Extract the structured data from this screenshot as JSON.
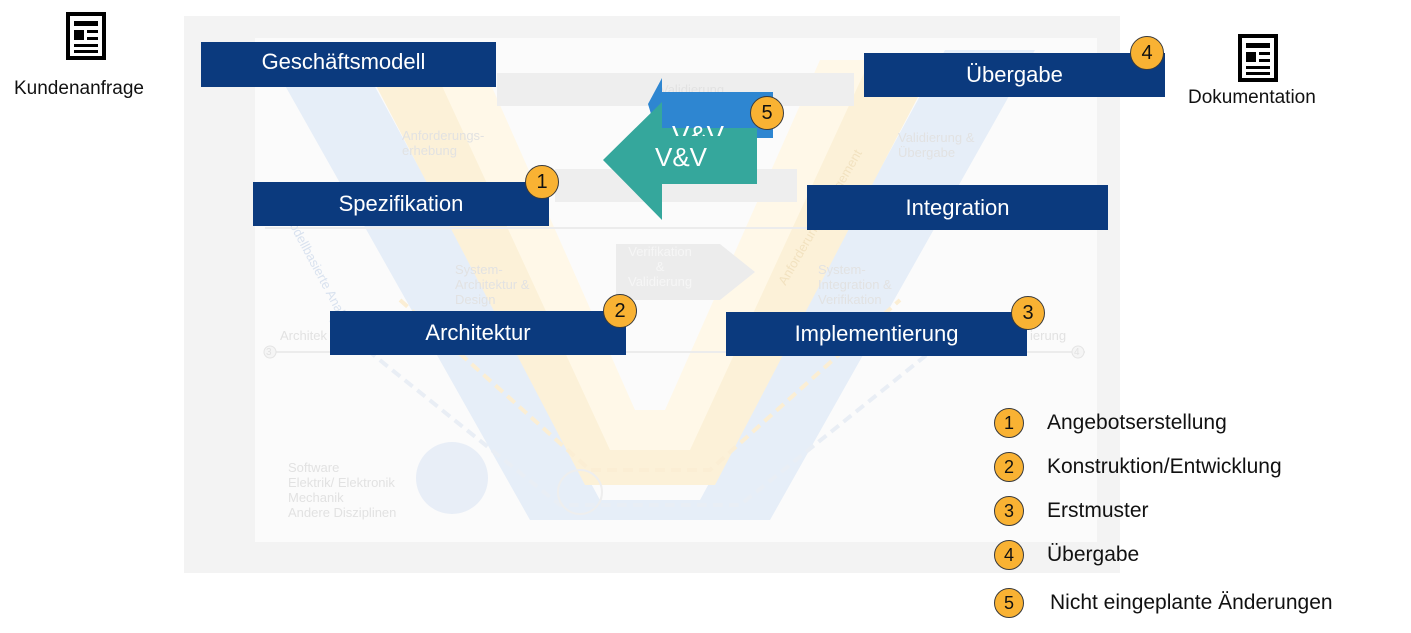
{
  "colors": {
    "box_blue": "#0b3a7e",
    "badge_orange": "#f9b233",
    "arrow_teal": "#35a79c",
    "arrow_blue": "#2e86d1"
  },
  "icons": {
    "left_doc": "document-icon",
    "right_doc": "document-icon"
  },
  "left_caption": "Kundenanfrage",
  "right_caption": "Dokumentation",
  "boxes": {
    "geschaeftsmodell": "Geschäftsmodell",
    "uebergabe": "Übergabe",
    "spezifikation": "Spezifikation",
    "integration": "Integration",
    "architektur": "Architektur",
    "implementierung": "Implementierung"
  },
  "vv_front": "V&V",
  "vv_back": "V&V",
  "badges": {
    "b1": "1",
    "b2": "2",
    "b3": "3",
    "b4": "4",
    "b5": "5"
  },
  "background_text": {
    "validierung": "Validierung",
    "anforderungserhebung": "Anforderungs-\nerhebung",
    "validierung_uebergabe": "Validierung &\nÜbergabe",
    "verifikation_validierung": "Verifikation\n&\nValidierung",
    "system_architektur": "System-\nArchitektur &\nDesign",
    "system_integration": "System-\nIntegration &\nVerifikation",
    "architektur": "Architek",
    "ierung": "ierung",
    "modellbasierte": "Modellbasierte Analyse",
    "anforderungsmanagement": "Anforderungsmanagement",
    "disziplinen": "Software\nElektrik/ Elektronik\nMechanik\nAndere Disziplinen",
    "n3": "3",
    "n4": "4"
  },
  "legend": [
    {
      "num": "1",
      "label": "Angebotserstellung"
    },
    {
      "num": "2",
      "label": "Konstruktion/Entwicklung"
    },
    {
      "num": "3",
      "label": "Erstmuster"
    },
    {
      "num": "4",
      "label": "Übergabe"
    },
    {
      "num": "5",
      "label": "Nicht eingeplante Änderungen"
    }
  ]
}
